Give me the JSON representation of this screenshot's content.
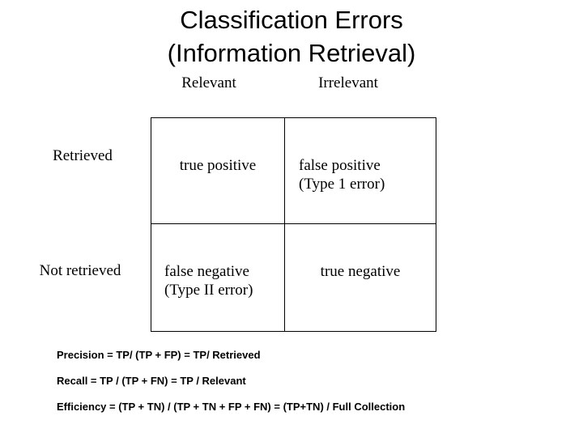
{
  "slide": {
    "title_lines": [
      "Classification Errors",
      "(Information Retrieval)"
    ]
  },
  "matrix": {
    "column_headers": [
      "Relevant",
      "Irrelevant"
    ],
    "row_labels": [
      "Retrieved",
      "Not retrieved"
    ],
    "cells": [
      [
        "true positive",
        "false positive\n(Type 1 error)"
      ],
      [
        "false negative\n(Type II error)",
        "true negative"
      ]
    ]
  },
  "formulas": [
    "Precision = TP/ (TP + FP) = TP/ Retrieved",
    "Recall = TP / (TP + FN) = TP / Relevant",
    "Efficiency = (TP + TN) / (TP + TN + FP + FN) = (TP+TN) / Full Collection"
  ],
  "colors": {
    "background": "#ffffff",
    "text": "#000000",
    "border": "#000000"
  }
}
